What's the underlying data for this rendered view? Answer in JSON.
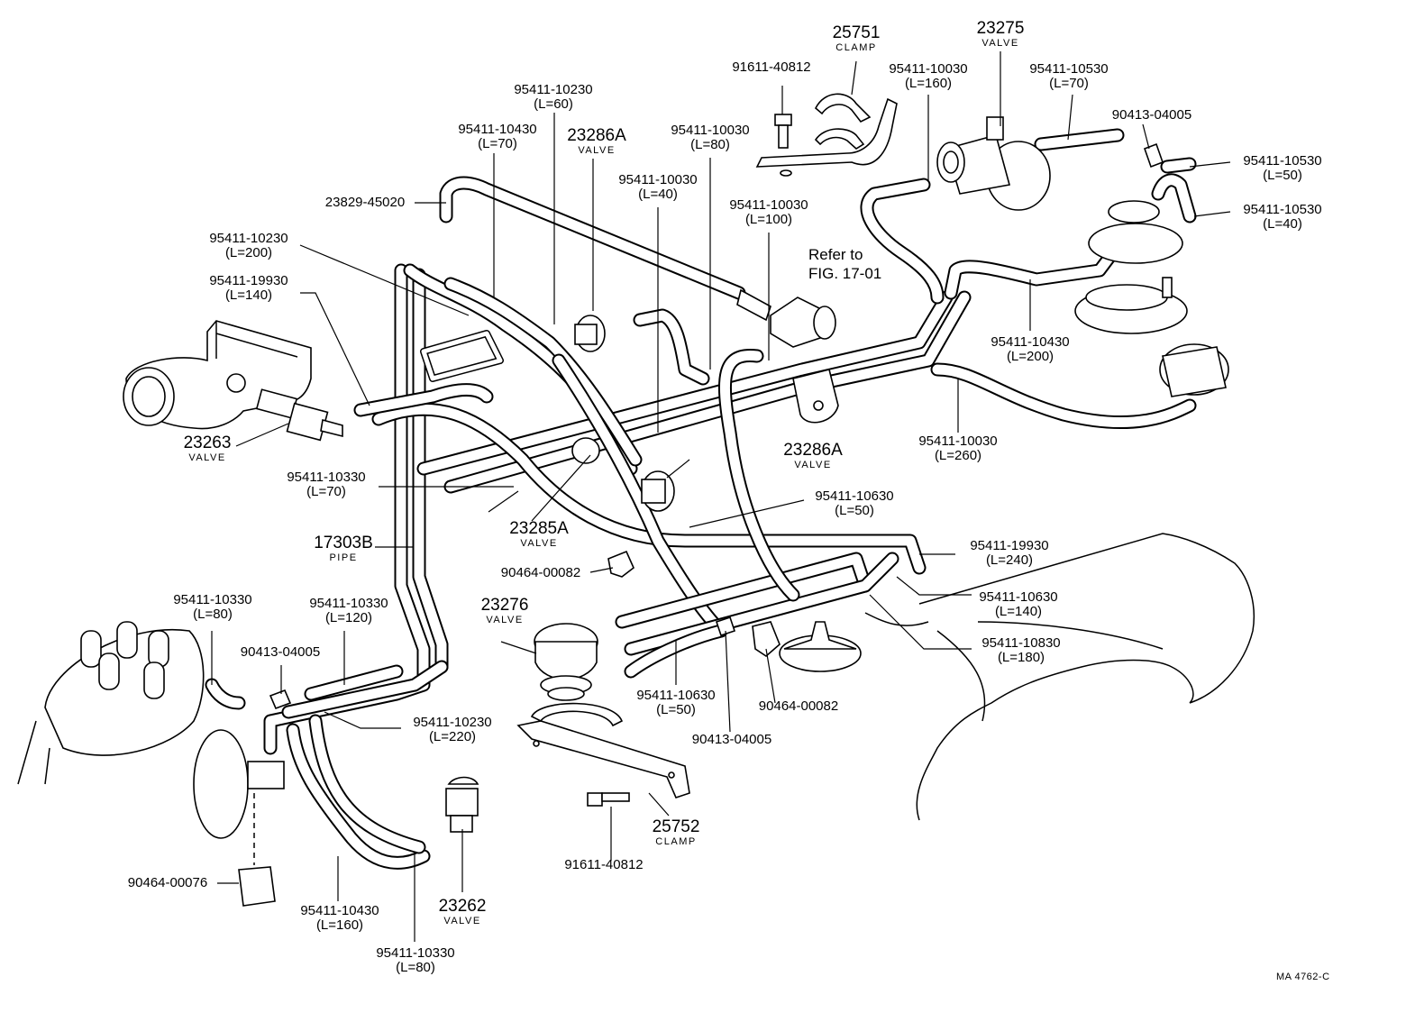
{
  "diagram_id": "MA 4762-C",
  "refer_note": [
    "Refer to",
    "FIG. 17-01"
  ],
  "labels": [
    {
      "id": "25751",
      "pn": "25751",
      "sub": "CLAMP",
      "len": "",
      "big": true
    },
    {
      "id": "23275",
      "pn": "23275",
      "sub": "VALVE",
      "len": "",
      "big": true
    },
    {
      "id": "91611-40812-top",
      "pn": "91611-40812",
      "sub": "",
      "len": ""
    },
    {
      "id": "95411-10030-160",
      "pn": "95411-10030",
      "sub": "",
      "len": "(L=160)"
    },
    {
      "id": "95411-10530-70",
      "pn": "95411-10530",
      "sub": "",
      "len": "(L=70)"
    },
    {
      "id": "95411-10230-60",
      "pn": "95411-10230",
      "sub": "",
      "len": "(L=60)"
    },
    {
      "id": "90413-04005-top",
      "pn": "90413-04005",
      "sub": "",
      "len": ""
    },
    {
      "id": "95411-10430-70",
      "pn": "95411-10430",
      "sub": "",
      "len": "(L=70)"
    },
    {
      "id": "23286A-top",
      "pn": "23286A",
      "sub": "VALVE",
      "len": "",
      "big": true
    },
    {
      "id": "95411-10030-80",
      "pn": "95411-10030",
      "sub": "",
      "len": "(L=80)"
    },
    {
      "id": "95411-10530-50",
      "pn": "95411-10530",
      "sub": "",
      "len": "(L=50)"
    },
    {
      "id": "95411-10030-40",
      "pn": "95411-10030",
      "sub": "",
      "len": "(L=40)"
    },
    {
      "id": "23829-45020",
      "pn": "23829-45020",
      "sub": "",
      "len": ""
    },
    {
      "id": "95411-10530-40",
      "pn": "95411-10530",
      "sub": "",
      "len": "(L=40)"
    },
    {
      "id": "95411-10030-100",
      "pn": "95411-10030",
      "sub": "",
      "len": "(L=100)"
    },
    {
      "id": "95411-10230-200",
      "pn": "95411-10230",
      "sub": "",
      "len": "(L=200)"
    },
    {
      "id": "95411-19930-140",
      "pn": "95411-19930",
      "sub": "",
      "len": "(L=140)"
    },
    {
      "id": "95411-10430-200",
      "pn": "95411-10430",
      "sub": "",
      "len": "(L=200)"
    },
    {
      "id": "23263",
      "pn": "23263",
      "sub": "VALVE",
      "len": "",
      "big": true
    },
    {
      "id": "95411-10030-260",
      "pn": "95411-10030",
      "sub": "",
      "len": "(L=260)"
    },
    {
      "id": "23286A-mid",
      "pn": "23286A",
      "sub": "VALVE",
      "len": "",
      "big": true
    },
    {
      "id": "95411-10330-70",
      "pn": "95411-10330",
      "sub": "",
      "len": "(L=70)"
    },
    {
      "id": "95411-10630-50-top",
      "pn": "95411-10630",
      "sub": "",
      "len": "(L=50)"
    },
    {
      "id": "23285A",
      "pn": "23285A",
      "sub": "VALVE",
      "len": "",
      "big": true
    },
    {
      "id": "17303B",
      "pn": "17303B",
      "sub": "PIPE",
      "len": "",
      "big": true
    },
    {
      "id": "95411-19930-240",
      "pn": "95411-19930",
      "sub": "",
      "len": "(L=240)"
    },
    {
      "id": "90464-00082-top",
      "pn": "90464-00082",
      "sub": "",
      "len": ""
    },
    {
      "id": "95411-10630-140",
      "pn": "95411-10630",
      "sub": "",
      "len": "(L=140)"
    },
    {
      "id": "23276",
      "pn": "23276",
      "sub": "VALVE",
      "len": "",
      "big": true
    },
    {
      "id": "95411-10330-80-top",
      "pn": "95411-10330",
      "sub": "",
      "len": "(L=80)"
    },
    {
      "id": "95411-10330-120",
      "pn": "95411-10330",
      "sub": "",
      "len": "(L=120)"
    },
    {
      "id": "95411-10830-180",
      "pn": "95411-10830",
      "sub": "",
      "len": "(L=180)"
    },
    {
      "id": "90413-04005-left",
      "pn": "90413-04005",
      "sub": "",
      "len": ""
    },
    {
      "id": "95411-10630-50-bot",
      "pn": "95411-10630",
      "sub": "",
      "len": "(L=50)"
    },
    {
      "id": "90464-00082-bot",
      "pn": "90464-00082",
      "sub": "",
      "len": ""
    },
    {
      "id": "95411-10230-220",
      "pn": "95411-10230",
      "sub": "",
      "len": "(L=220)"
    },
    {
      "id": "90413-04005-bot",
      "pn": "90413-04005",
      "sub": "",
      "len": ""
    },
    {
      "id": "25752",
      "pn": "25752",
      "sub": "CLAMP",
      "len": "",
      "big": true
    },
    {
      "id": "91611-40812-bot",
      "pn": "91611-40812",
      "sub": "",
      "len": ""
    },
    {
      "id": "90464-00076",
      "pn": "90464-00076",
      "sub": "",
      "len": ""
    },
    {
      "id": "23262",
      "pn": "23262",
      "sub": "VALVE",
      "len": "",
      "big": true
    },
    {
      "id": "95411-10430-160",
      "pn": "95411-10430",
      "sub": "",
      "len": "(L=160)"
    },
    {
      "id": "95411-10330-80-bot",
      "pn": "95411-10330",
      "sub": "",
      "len": "(L=80)"
    }
  ]
}
